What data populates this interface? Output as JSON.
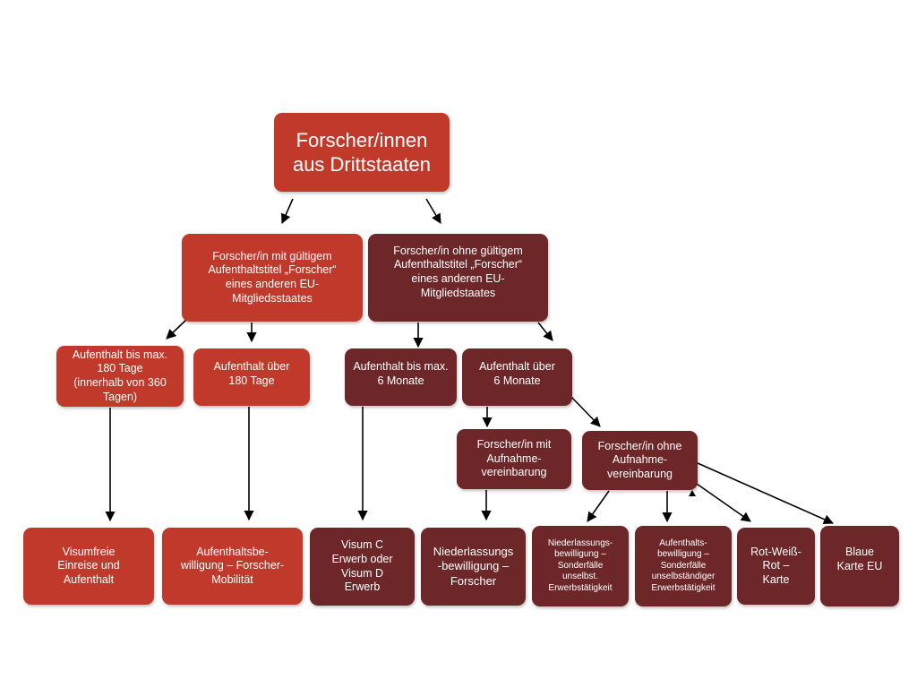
{
  "colors": {
    "red": "#c0392b",
    "dark": "#6e2729",
    "arrow": "#000000"
  },
  "nodes": {
    "root": "Forscher/innen\naus Drittstaaten",
    "with_title": "Forscher/in mit gültigem\nAufenthaltstitel „Forscher“\neines anderen EU-\nMitgliedsstaates",
    "without_title": "Forscher/in ohne gültigem\nAufenthaltstitel „Forscher“\neines anderen EU-\nMitgliedstaates",
    "stay_180": "Aufenthalt bis max.\n180 Tage\n(innerhalb von 360\nTagen)",
    "stay_over_180": "Aufenthalt über\n180 Tage",
    "stay_6m": "Aufenthalt bis max.\n6 Monate",
    "stay_over_6m": "Aufenthalt über\n6 Monate",
    "with_agreement": "Forscher/in mit\nAufnahme-\nvereinbarung",
    "without_agreement": "Forscher/in ohne\nAufnahme-\nvereinbarung",
    "visa_free": "Visumfreie\nEinreise und\nAufenthalt",
    "residence_permit_mobility": "Aufenthaltsbe-\nwilligung – Forscher-\nMobilität",
    "visa_c_d": "Visum C\nErwerb oder\nVisum D\nErwerb",
    "settlement_researcher": "Niederlassungs\n-bewilligung –\nForscher",
    "settlement_special": "Niederlassungs-\nbewilligung –\nSonderfälle\nunselbst.\nErwerbstätigkeit",
    "residence_special": "Aufenthalts-\nbewilligung –\nSonderfälle\nunselbständiger\nErwerbstätigkeit",
    "rot_weiss_rot": "Rot-Weiß-\nRot –\nKarte",
    "blue_card": "Blaue\nKarte EU"
  }
}
